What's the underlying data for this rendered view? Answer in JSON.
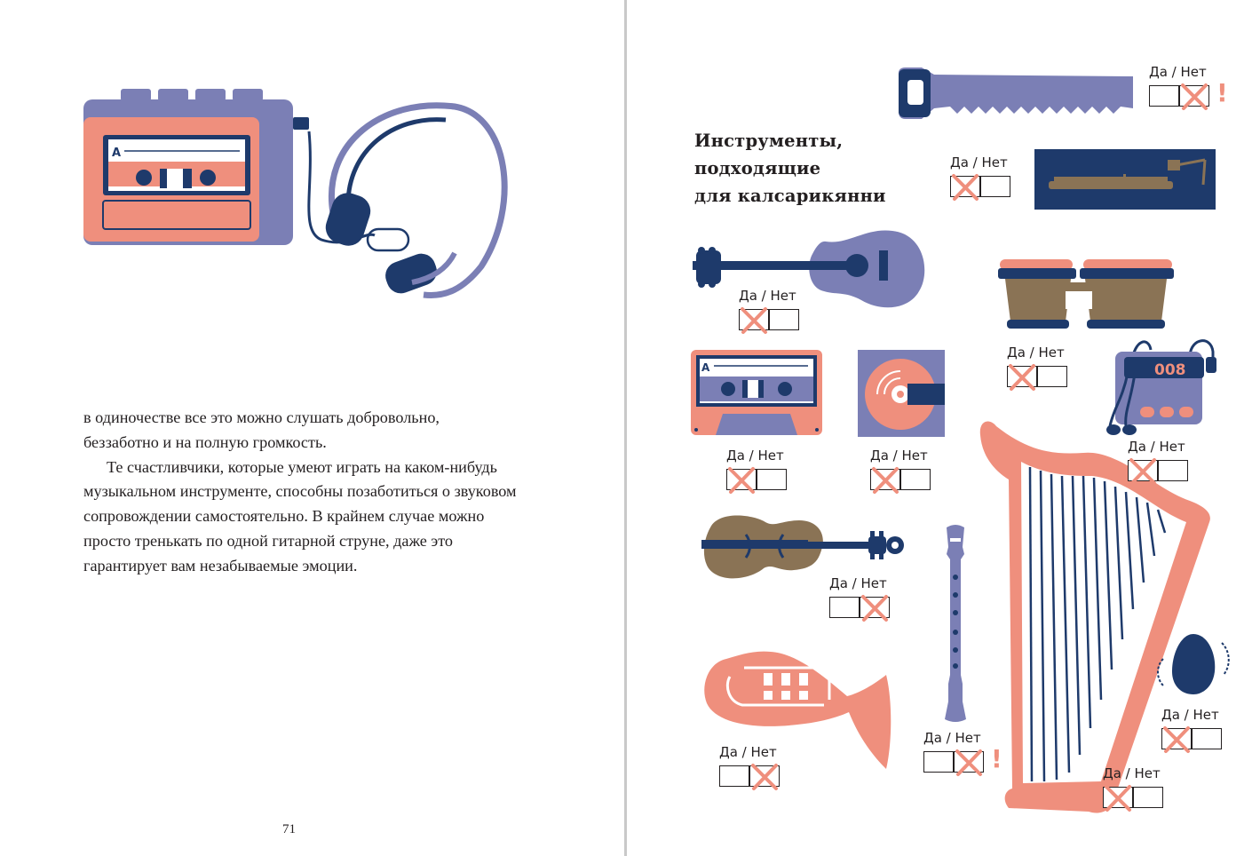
{
  "left_page": {
    "paragraphs": [
      "в одиночестве все это можно слушать добровольно, беззаботно и на полную громкость.",
      "Те счастливчики, которые умеют играть на каком-нибудь музыкальном инструменте, способны позаботиться о звуковом сопровождении самостоятельно. В крайнем случае можно просто тренькать по одной гитарной струне, даже это гарантирует вам незабываемые эмоции."
    ],
    "page_number": "71"
  },
  "right_page": {
    "heading_lines": [
      "Инструменты,",
      "подходящие",
      "для калсарикянни"
    ],
    "choice_label": "Да / Нет",
    "items": [
      {
        "icon": "saw-icon",
        "answer": "Нет",
        "exclamation": true
      },
      {
        "icon": "turntable-icon",
        "answer": "Да",
        "exclamation": false
      },
      {
        "icon": "guitar-icon",
        "answer": "Да",
        "exclamation": false
      },
      {
        "icon": "bongo-drums-icon",
        "answer": "Да",
        "exclamation": false
      },
      {
        "icon": "cassette-icon",
        "answer": "Да",
        "exclamation": false
      },
      {
        "icon": "cd-icon",
        "answer": "Да",
        "exclamation": false
      },
      {
        "icon": "walkman-icon",
        "answer": "Да",
        "exclamation": false
      },
      {
        "icon": "violin-icon",
        "answer": "Нет",
        "exclamation": false
      },
      {
        "icon": "recorder-flute-icon",
        "answer": "Нет",
        "exclamation": true
      },
      {
        "icon": "tuba-icon",
        "answer": "Нет",
        "exclamation": false
      },
      {
        "icon": "harp-icon",
        "answer": "Да",
        "exclamation": false
      },
      {
        "icon": "egg-shaker-icon",
        "answer": "Да",
        "exclamation": false
      }
    ]
  },
  "colors": {
    "coral": "#ef8f7d",
    "periwinkle": "#7b7fb5",
    "navy": "#1e3a6b",
    "brown": "#8a7355",
    "text": "#231f20"
  }
}
